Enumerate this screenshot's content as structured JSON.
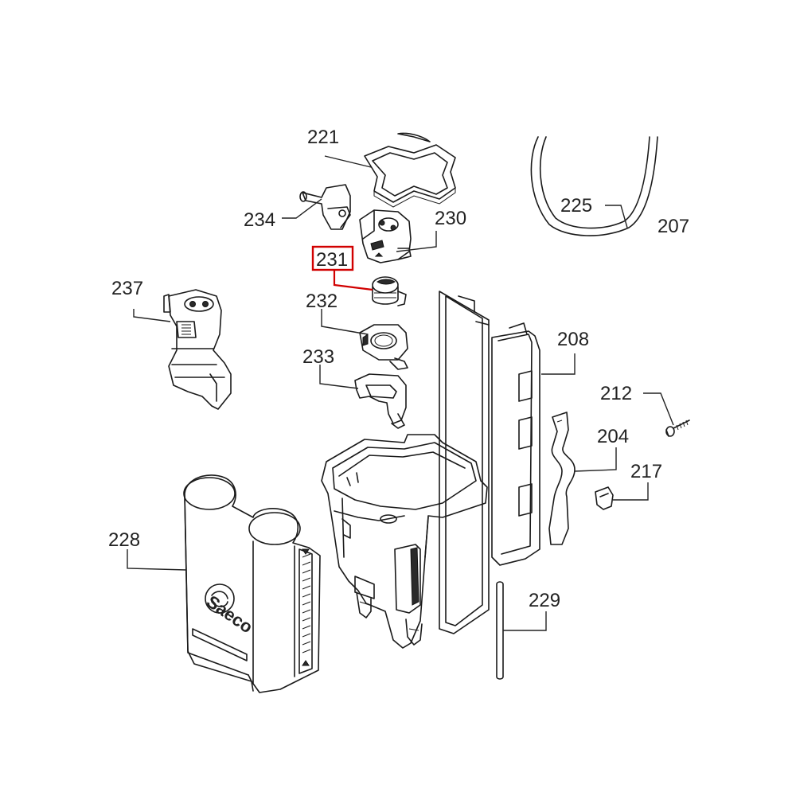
{
  "labels": {
    "p207": "207",
    "p221": "221",
    "p225": "225",
    "p230": "230",
    "p231": "231",
    "p232": "232",
    "p233": "233",
    "p234": "234",
    "p237": "237",
    "p208": "208",
    "p212": "212",
    "p204": "204",
    "p217": "217",
    "p228": "228",
    "p229": "229"
  },
  "brand_text": "Saeco",
  "highlight": {
    "part": "231",
    "color": "#d10000"
  }
}
